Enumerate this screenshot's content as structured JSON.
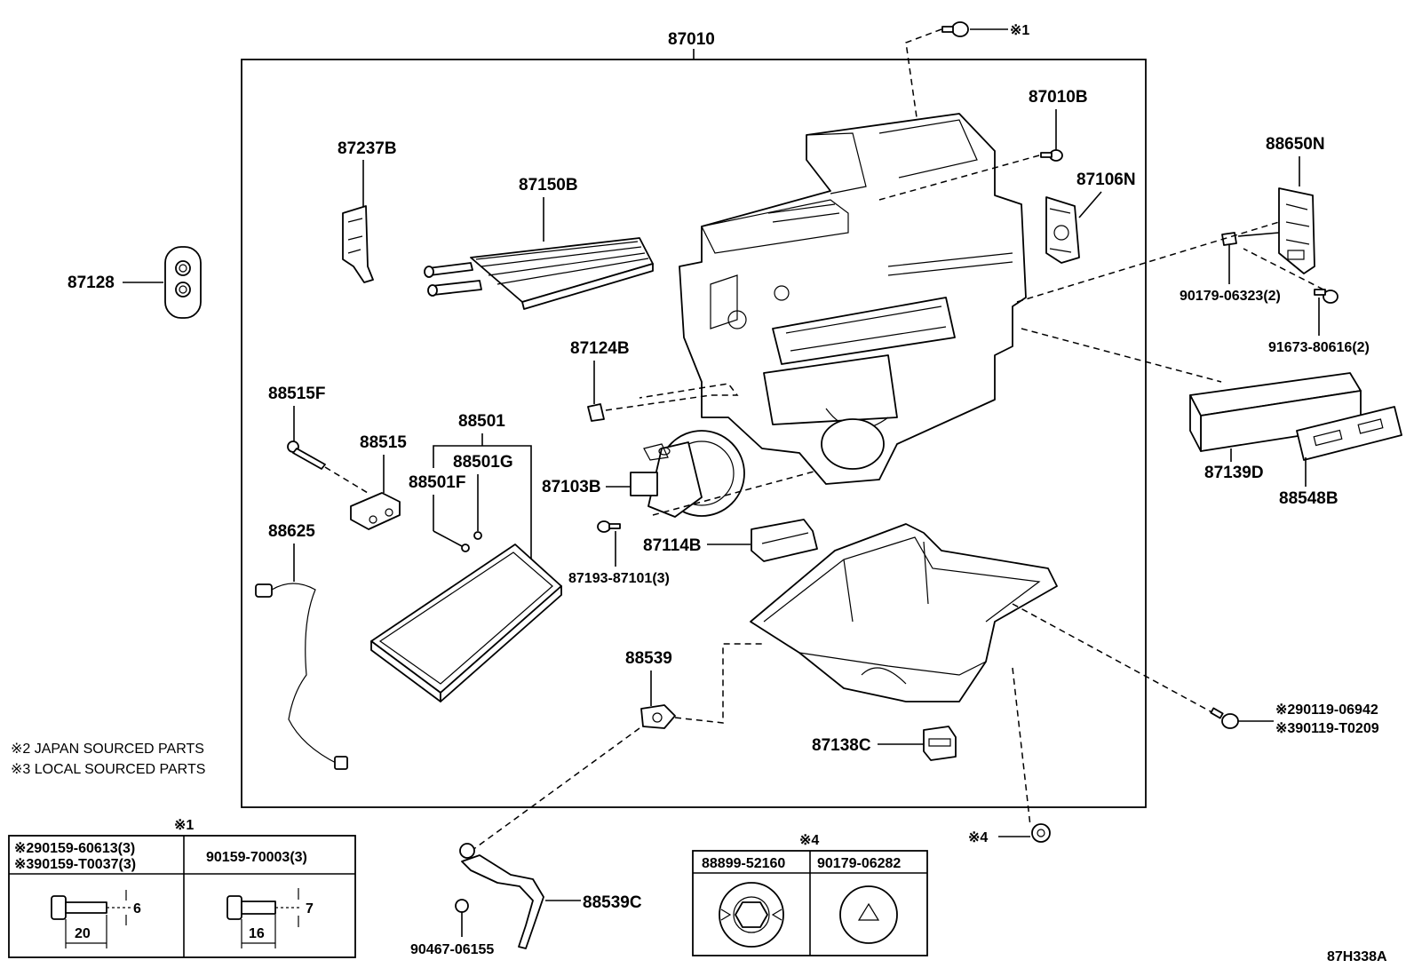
{
  "main_part": "87010",
  "parts": {
    "p87237B": "87237B",
    "p87150B": "87150B",
    "p87128": "87128",
    "p87010B": "87010B",
    "p87106N": "87106N",
    "p88650N": "88650N",
    "p90179_06323": "90179-06323(2)",
    "p91673_80616": "91673-80616(2)",
    "p87124B": "87124B",
    "p88515F": "88515F",
    "p88515": "88515",
    "p88501": "88501",
    "p88501G": "88501G",
    "p88501F": "88501F",
    "p87103B": "87103B",
    "p87139D": "87139D",
    "p88548B": "88548B",
    "p88625": "88625",
    "p87114B": "87114B",
    "p87193_87101": "87193-87101(3)",
    "p88539": "88539",
    "p90119_06942": "※290119-06942",
    "p90119_T0209": "※390119-T0209",
    "p87138C": "87138C",
    "p88539C": "88539C",
    "p90467_06155": "90467-06155",
    "ref1": "※1",
    "ref4": "※4"
  },
  "notes": {
    "japan": "※2 JAPAN SOURCED PARTS",
    "local": "※3 LOCAL SOURCED PARTS"
  },
  "table1": {
    "title": "※1",
    "col1_line1": "※290159-60613(3)",
    "col1_line2": "※390159-T0037(3)",
    "col2": "90159-70003(3)",
    "dim_len1": "20",
    "dim_dia1": "6",
    "dim_len2": "16",
    "dim_dia2": "7"
  },
  "table4": {
    "title": "※4",
    "col1": "88899-52160",
    "col2": "90179-06282"
  },
  "figure_id": "87H338A"
}
